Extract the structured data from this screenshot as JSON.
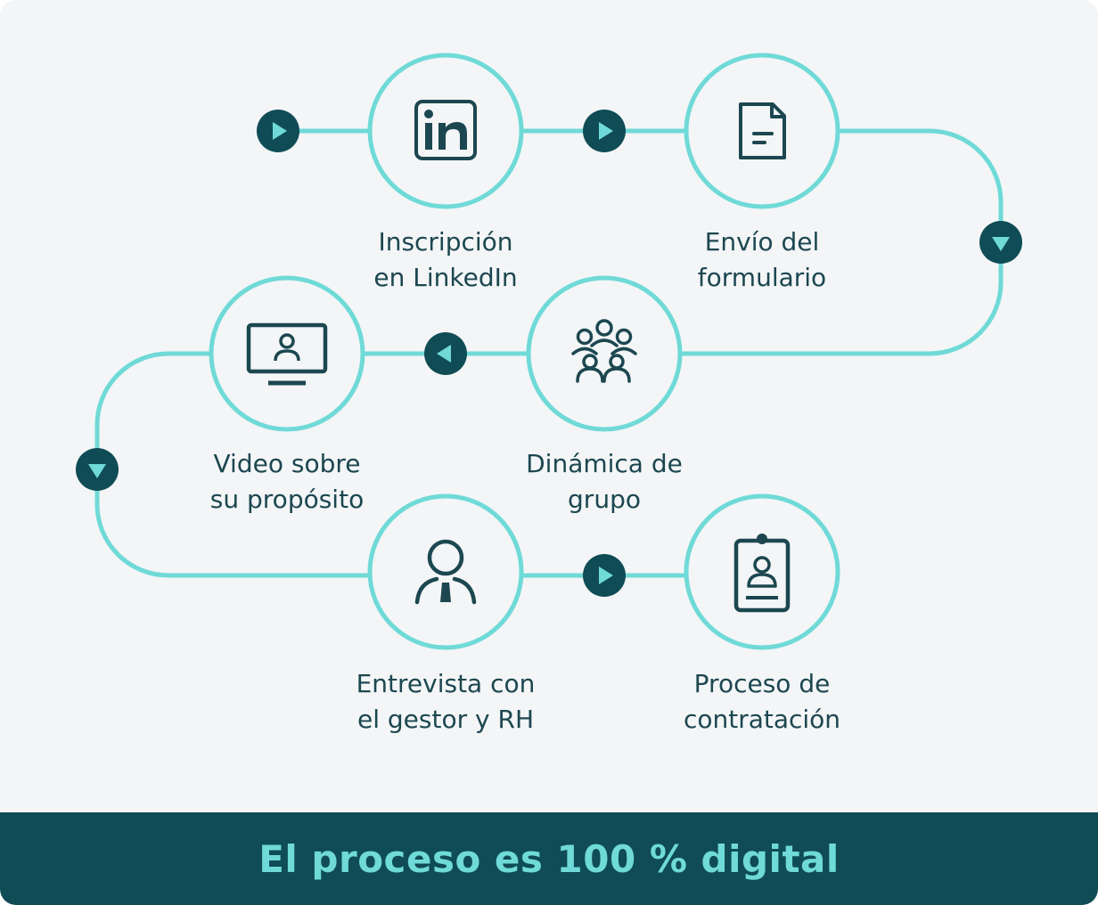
{
  "steps": [
    {
      "id": "linkedin",
      "line1": "Inscripción",
      "line2": "en LinkedIn",
      "icon": "linkedin-icon"
    },
    {
      "id": "form",
      "line1": "Envío del",
      "line2": "formulario",
      "icon": "document-icon"
    },
    {
      "id": "group",
      "line1": "Dinámica de",
      "line2": "grupo",
      "icon": "group-icon"
    },
    {
      "id": "video",
      "line1": "Video sobre",
      "line2": "su propósito",
      "icon": "monitor-user-icon"
    },
    {
      "id": "interview",
      "line1": "Entrevista con",
      "line2": "el gestor y RH",
      "icon": "person-tie-icon"
    },
    {
      "id": "hiring",
      "line1": "Proceso de",
      "line2": "contratación",
      "icon": "id-badge-icon"
    }
  ],
  "footer": {
    "text": "El proceso es 100 % digital"
  },
  "colors": {
    "background": "#f3f5f6",
    "accent": "#6fdad7",
    "dark": "#0f4c56",
    "icon": "#1c4750",
    "text": "#1c4750"
  }
}
